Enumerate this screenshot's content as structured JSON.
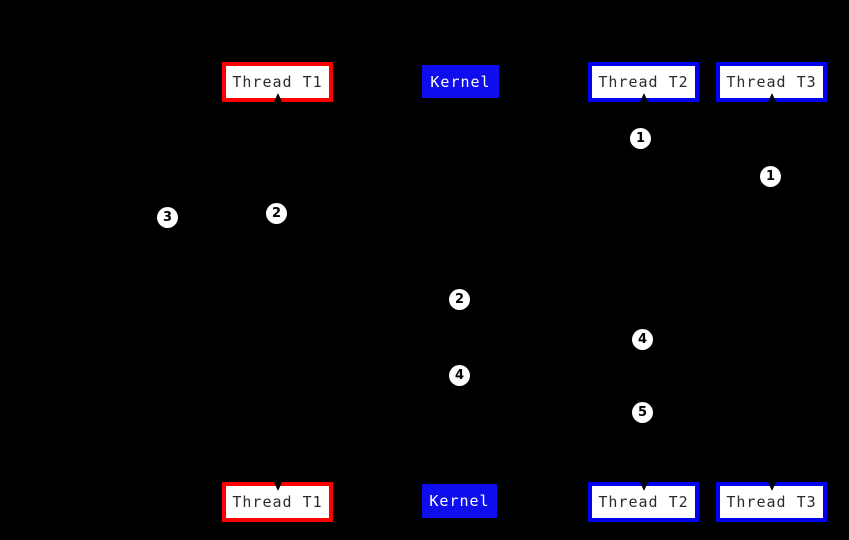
{
  "diagram": {
    "title": "thread-kernel-sequence-diagram",
    "background": "#000000",
    "colors": {
      "t1_border": "#ff0000",
      "kernel_fill": "#0d0dee",
      "thread_border": "#0202ee",
      "box_fill": "#ffffff",
      "box_text": "#2b2b2b",
      "kernel_text": "#ffffff",
      "step_fill": "#ffffff",
      "step_text": "#000000"
    },
    "boxes": {
      "t1_top": {
        "label": "Thread T1"
      },
      "kernel_top": {
        "label": "Kernel"
      },
      "t2_top": {
        "label": "Thread T2"
      },
      "t3_top": {
        "label": "Thread T3"
      },
      "t1_bottom": {
        "label": "Thread T1"
      },
      "kernel_bottom": {
        "label": "Kernel"
      },
      "t2_bottom": {
        "label": "Thread T2"
      },
      "t3_bottom": {
        "label": "Thread T3"
      }
    },
    "step_markers": [
      {
        "label": "1"
      },
      {
        "label": "1"
      },
      {
        "label": "3"
      },
      {
        "label": "2"
      },
      {
        "label": "2"
      },
      {
        "label": "4"
      },
      {
        "label": "4"
      },
      {
        "label": "5"
      }
    ]
  }
}
